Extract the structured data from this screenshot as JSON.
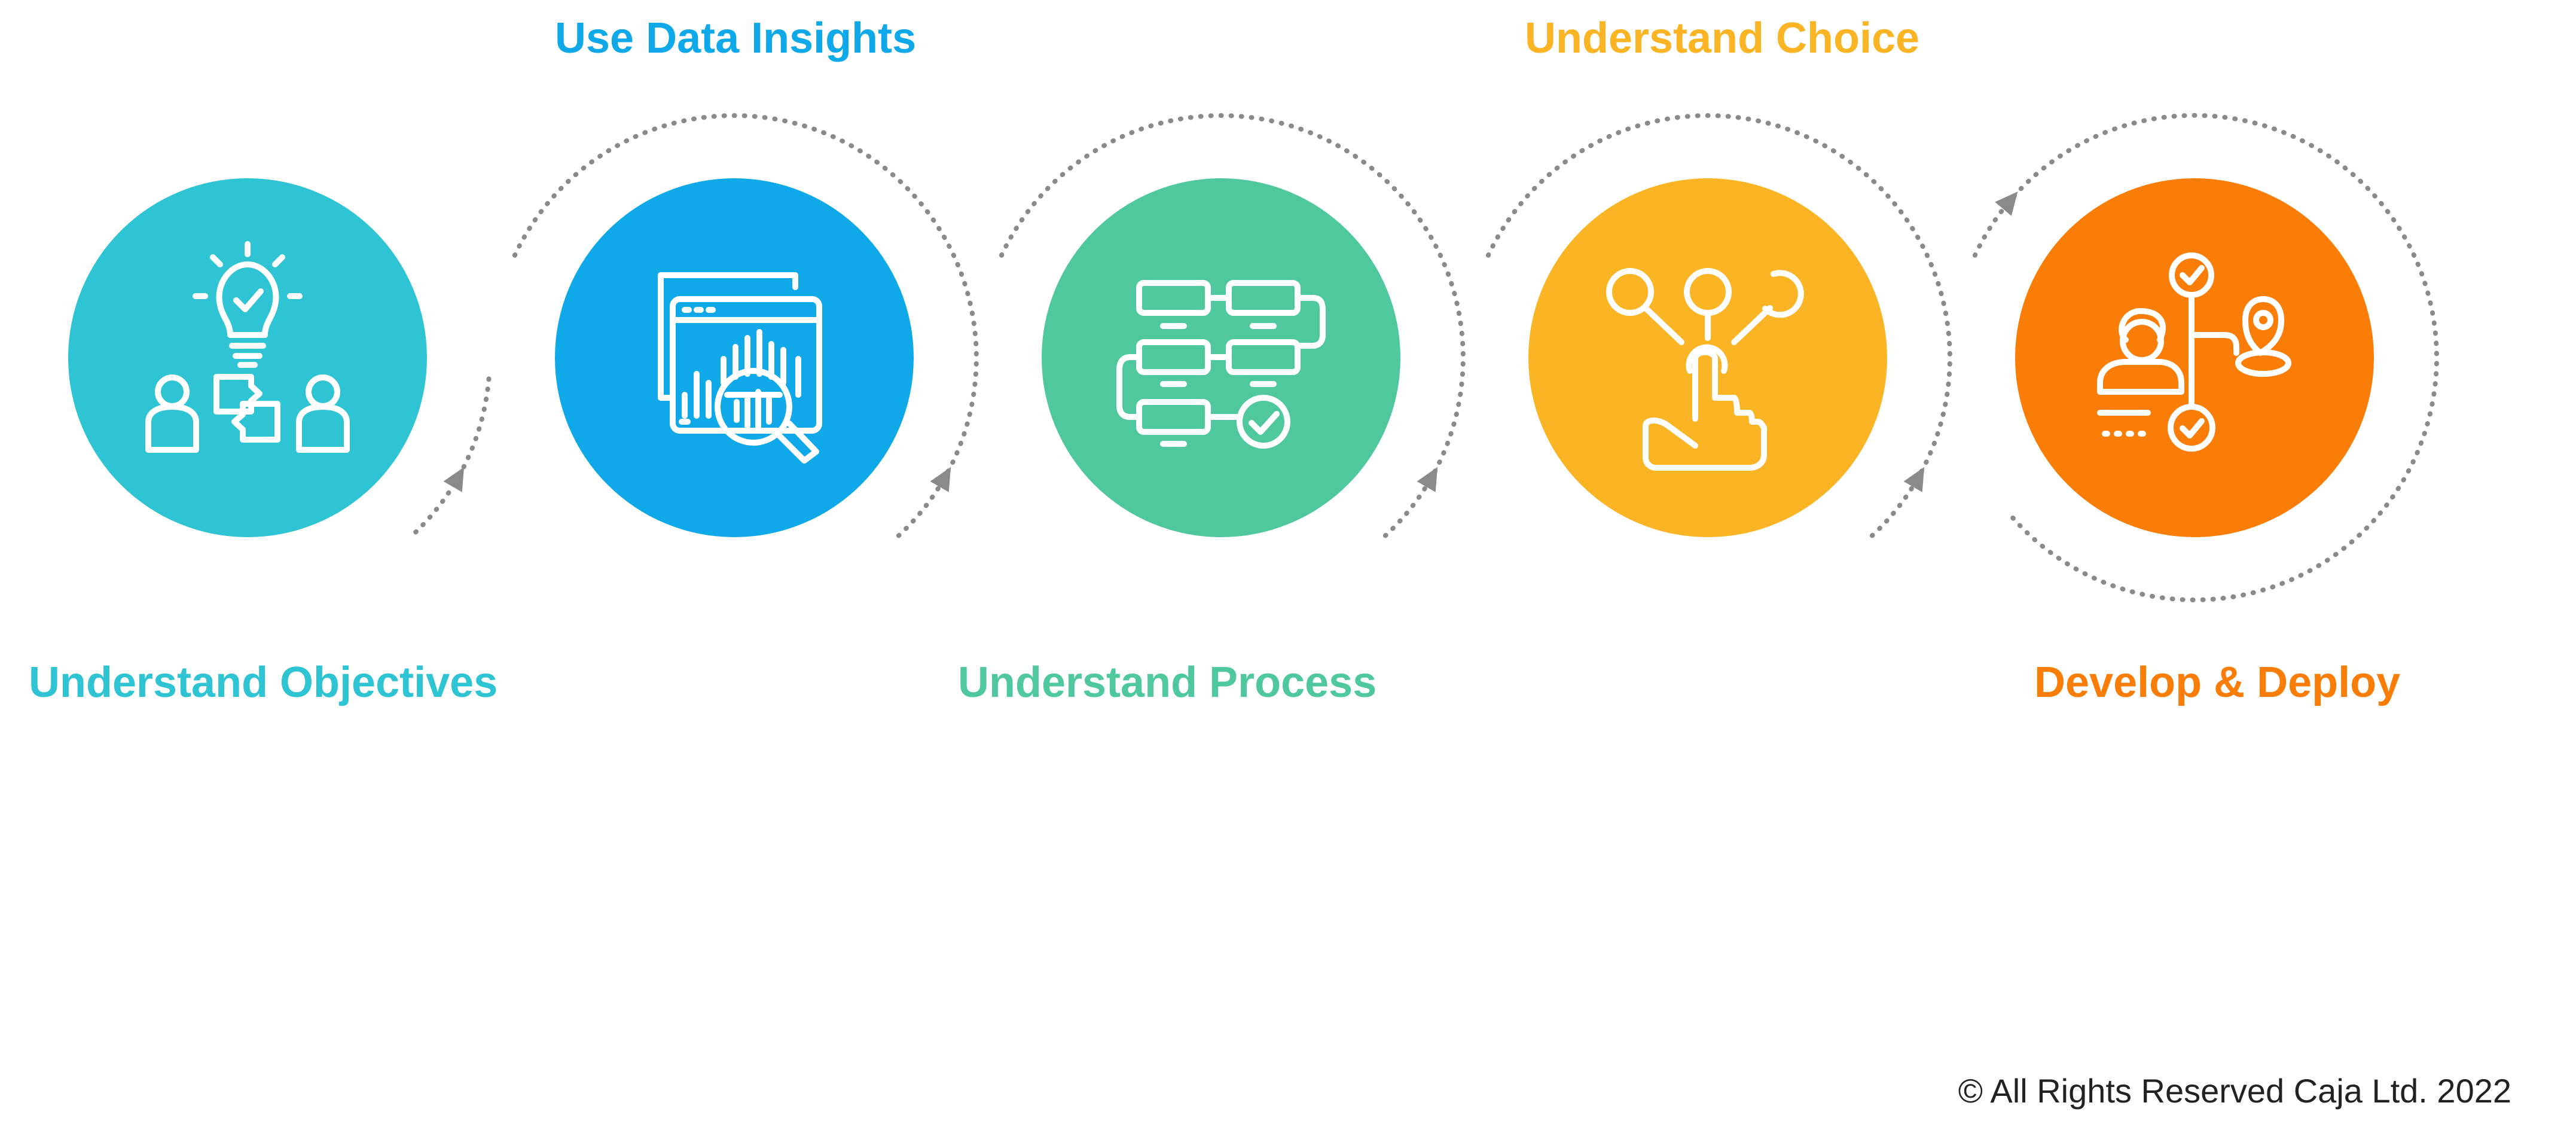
{
  "steps": [
    {
      "label": "Understand Objectives",
      "color": "#2EC4D4",
      "icon": "idea-discussion-icon",
      "label_position": "bottom"
    },
    {
      "label": "Use Data Insights",
      "color": "#0FA8E8",
      "icon": "data-analysis-icon",
      "label_position": "top"
    },
    {
      "label": "Understand Process",
      "color": "#4FC89E",
      "icon": "process-flow-icon",
      "label_position": "bottom"
    },
    {
      "label": "Understand Choice",
      "color": "#FBB424",
      "icon": "choice-selection-icon",
      "label_position": "top"
    },
    {
      "label": "Develop & Deploy",
      "color": "#F97D06",
      "icon": "roadmap-deploy-icon",
      "label_position": "bottom"
    }
  ],
  "connector_color": "#8A8A8A",
  "copyright": "© All Rights Reserved Caja Ltd. 2022"
}
